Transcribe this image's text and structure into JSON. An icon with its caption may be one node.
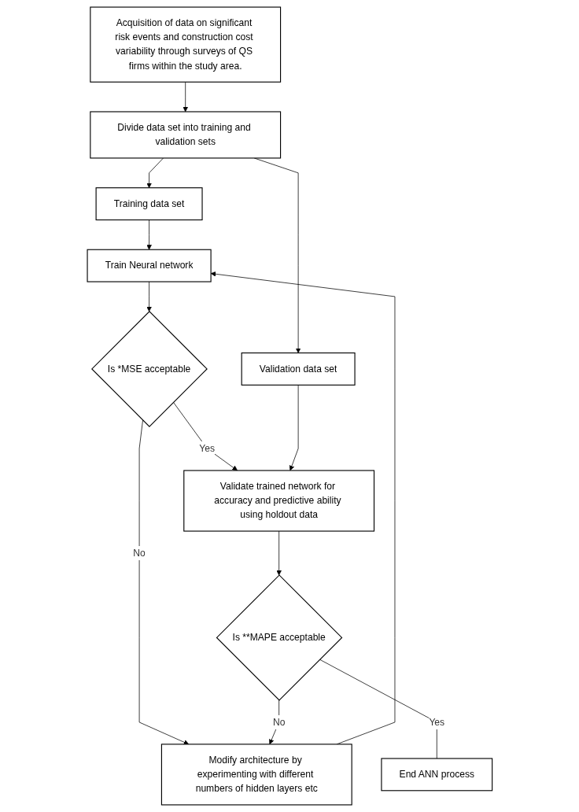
{
  "diagram": {
    "nodes": [
      {
        "text": [
          "Acquisition of data on significant risk events and construction cost variability through surveys of QS firms within the study area."
        ]
      },
      {
        "text": [
          "Divide data set into training and validation sets"
        ]
      },
      {
        "text": [
          "Training data set"
        ]
      },
      {
        "text": [
          "Validation data set"
        ]
      },
      {
        "text": [
          "Train Neural network"
        ]
      },
      {
        "text": [
          "Modify architecture by experimenting with different numbers of hidden layers etc"
        ]
      },
      {
        "text": [
          "Is *MSE acceptable"
        ]
      },
      {
        "text": [
          "Validate trained network for accuracy and predictive ability using holdout data"
        ]
      },
      {
        "text": [
          "Is **MAPE acceptable"
        ]
      },
      {
        "text": [
          "End ANN process"
        ]
      }
    ],
    "edges": [
      {
        "from": 0,
        "to": 1,
        "arrow": "to"
      },
      {
        "from": 1,
        "to": 2,
        "arrow": "to"
      },
      {
        "from": 1,
        "to": 3,
        "arrow": "to"
      },
      {
        "from": 2,
        "to": 4,
        "arrow": "to"
      },
      {
        "from": 4,
        "to": 6,
        "arrow": "to"
      },
      {
        "from": 6,
        "to": 5,
        "label": "No",
        "arrow": "to"
      },
      {
        "from": 5,
        "to": 4,
        "arrow": "to"
      },
      {
        "from": 6,
        "to": 7,
        "label": "Yes",
        "arrow": "to"
      },
      {
        "from": 3,
        "to": 7,
        "arrow": "to"
      },
      {
        "from": 7,
        "to": 8,
        "arrow": "to"
      },
      {
        "from": 8,
        "to": 5,
        "label": "No",
        "arrow": "to"
      },
      {
        "from": 8,
        "to": 9,
        "label": "Yes",
        "arrow": "none"
      }
    ]
  }
}
